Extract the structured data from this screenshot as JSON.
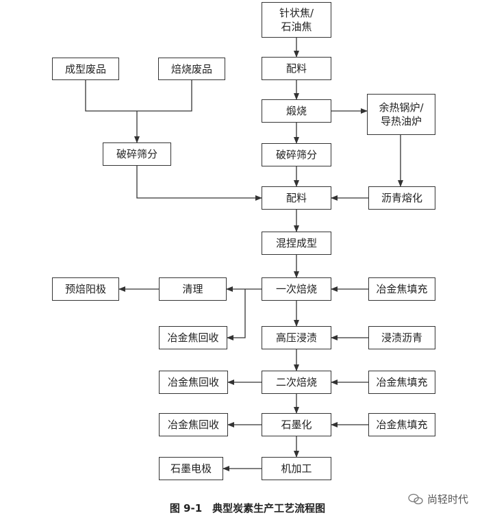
{
  "diagram": {
    "boxes": {
      "needle_coke": "针状焦/\n石油焦",
      "batch_1": "配料",
      "calcine": "煅烧",
      "crush_1": "破碎筛分",
      "batch_2": "配料",
      "mix_form": "混捏成型",
      "bake_1": "一次焙烧",
      "impregnate": "高压浸渍",
      "bake_2": "二次焙烧",
      "graphitize": "石墨化",
      "machining": "机加工",
      "form_waste": "成型废品",
      "bake_waste": "焙烧废品",
      "crush_2": "破碎筛分",
      "boiler": "余热锅炉/\n导热油炉",
      "pitch_melt": "沥青熔化",
      "fill_1": "冶金焦填充",
      "pitch_imp": "浸渍沥青",
      "fill_2": "冶金焦填充",
      "fill_3": "冶金焦填充",
      "clean": "清理",
      "prebake_anode": "预焙阳极",
      "coke_rec_1": "冶金焦回收",
      "coke_rec_2": "冶金焦回收",
      "coke_rec_3": "冶金焦回收",
      "electrode": "石墨电极"
    },
    "caption": "图 9-1　典型炭素生产工艺流程图",
    "watermark": "尚轻时代"
  }
}
